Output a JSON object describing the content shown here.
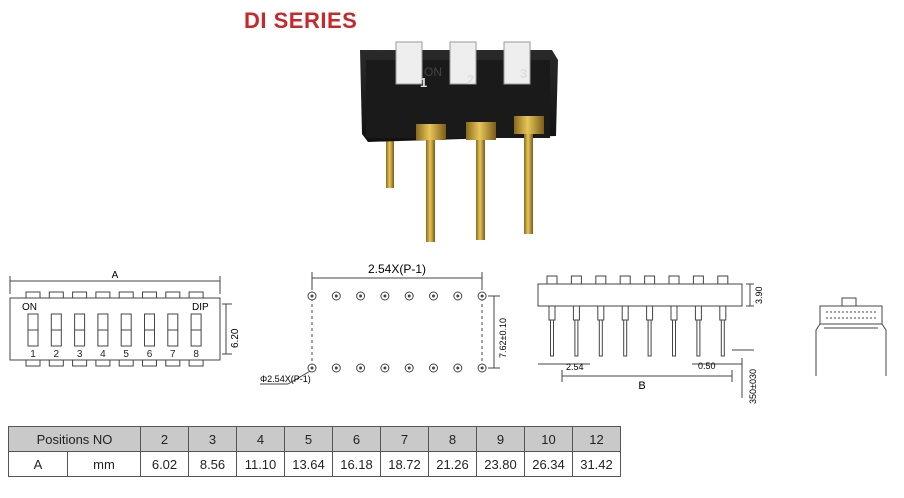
{
  "title": "DI SERIES",
  "photo": {
    "positions": [
      "1",
      "2",
      "3"
    ],
    "actuator_text": "ON"
  },
  "top_view": {
    "dim_a": "A",
    "on_label": "ON",
    "dip_label": "DIP",
    "height_dim": "6.20",
    "switch_numbers": [
      "1",
      "2",
      "3",
      "4",
      "5",
      "6",
      "7",
      "8"
    ]
  },
  "footprint": {
    "pitch_label": "2.54X(P-1)",
    "row_spacing": "7.62±0.10",
    "hole_label": "Φ2.54X(P-1)"
  },
  "side_view": {
    "height_dim": "3.90",
    "pitch_label": "2.54",
    "dim_b": "B",
    "pin_width": "0.50",
    "pin_length": "350±030"
  },
  "spec_table": {
    "header_label": "Positions NO",
    "positions": [
      "2",
      "3",
      "4",
      "5",
      "6",
      "7",
      "8",
      "9",
      "10",
      "12"
    ],
    "row_label": "A",
    "row_unit": "mm",
    "values": [
      "6.02",
      "8.56",
      "11.10",
      "13.64",
      "16.18",
      "18.72",
      "21.26",
      "23.80",
      "26.34",
      "31.42"
    ]
  },
  "colors": {
    "title": "#c8282a",
    "body": "#1d1d1d",
    "pins": "#c9a33a",
    "header_bg": "#c9c9c9"
  }
}
